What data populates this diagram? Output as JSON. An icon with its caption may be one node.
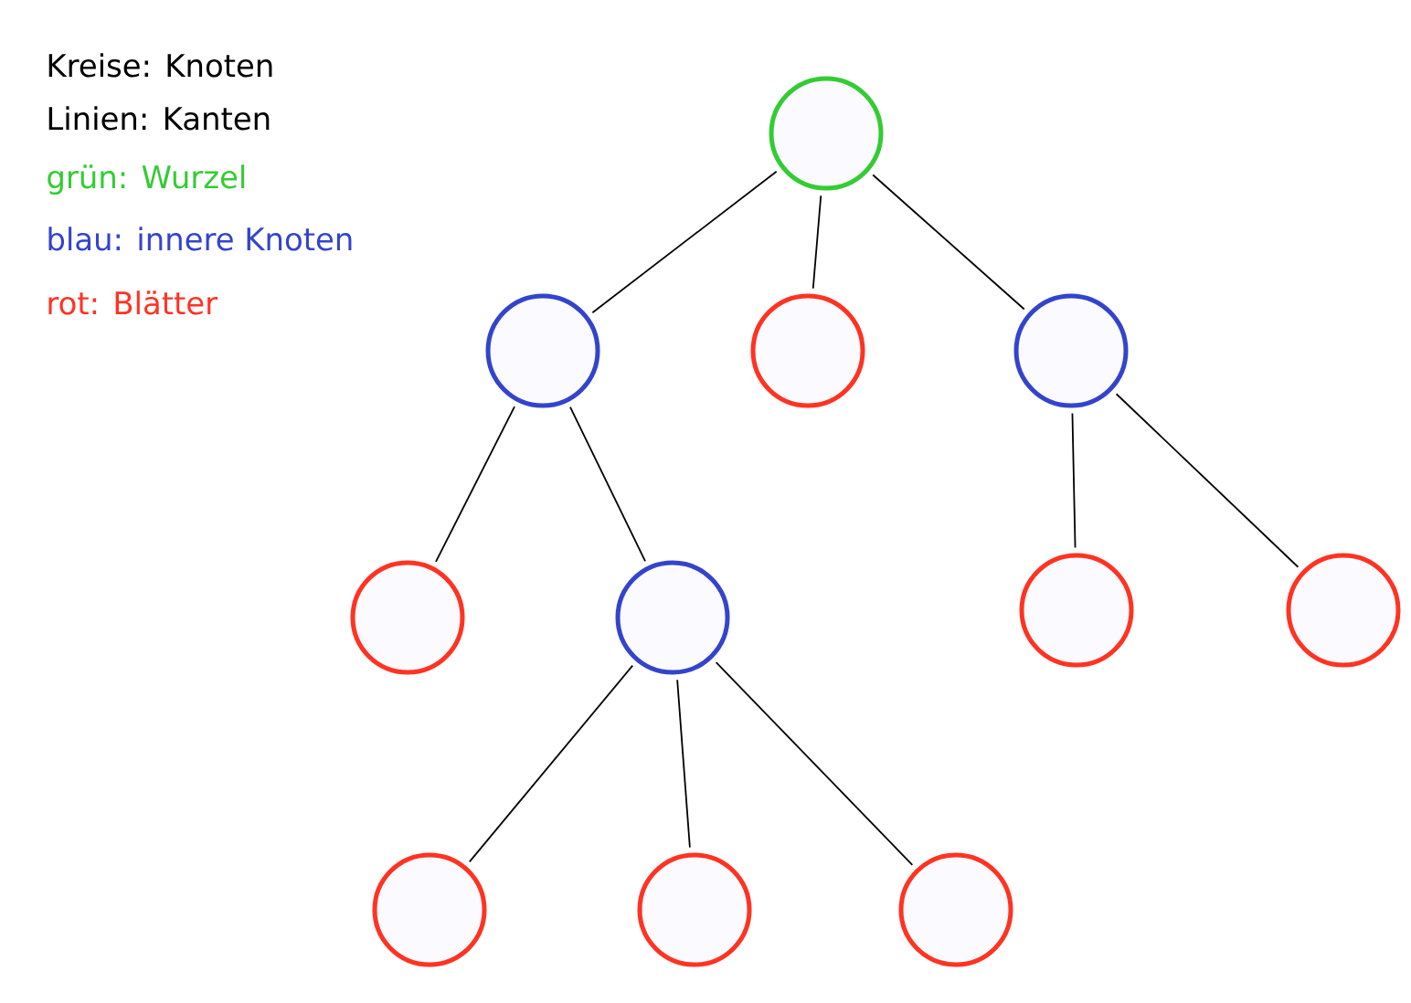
{
  "diagram": {
    "nodes": [
      {
        "text": [],
        "shape": "circle"
      },
      {
        "text": [],
        "shape": "circle"
      },
      {
        "text": [],
        "shape": "circle"
      },
      {
        "text": [],
        "shape": "circle"
      },
      {
        "text": [],
        "shape": "circle"
      },
      {
        "text": [],
        "shape": "circle"
      },
      {
        "text": [],
        "shape": "circle"
      },
      {
        "text": [],
        "shape": "circle"
      },
      {
        "text": [],
        "shape": "circle"
      },
      {
        "text": [],
        "shape": "circle"
      },
      {
        "text": [],
        "shape": "circle"
      }
    ],
    "edges": [
      {
        "from": 0,
        "to": 1,
        "arrow": "none"
      },
      {
        "from": 0,
        "to": 2,
        "arrow": "none"
      },
      {
        "from": 0,
        "to": 3,
        "arrow": "none"
      },
      {
        "from": 1,
        "to": 4,
        "arrow": "none"
      },
      {
        "from": 1,
        "to": 5,
        "arrow": "none"
      },
      {
        "from": 3,
        "to": 6,
        "arrow": "none"
      },
      {
        "from": 3,
        "to": 7,
        "arrow": "none"
      },
      {
        "from": 5,
        "to": 8,
        "arrow": "none"
      },
      {
        "from": 5,
        "to": 9,
        "arrow": "none"
      },
      {
        "from": 5,
        "to": 10,
        "arrow": "none"
      }
    ],
    "labels": [
      "Kreise: Knoten",
      "Linien: Kanten"
    ],
    "legend": [
      {
        "text": "grün: Wurzel",
        "color": "#33cc33"
      },
      {
        "text": "blau: innere Knoten",
        "color": "#3344cc"
      },
      {
        "text": "rot: Blätter",
        "color": "#ff3322"
      }
    ]
  }
}
